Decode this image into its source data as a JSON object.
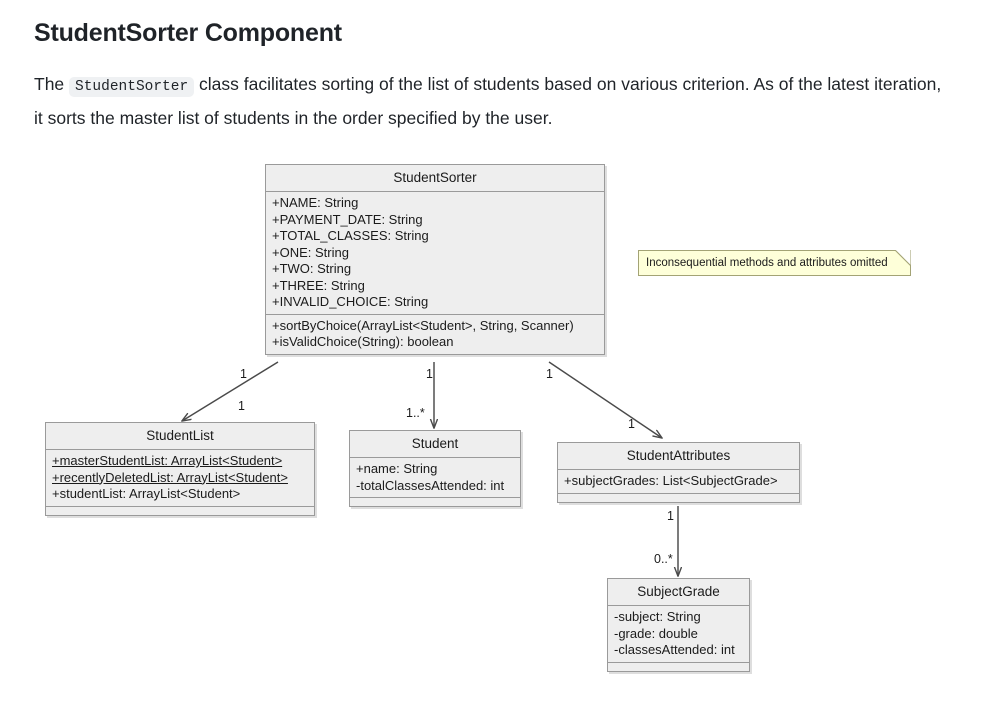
{
  "document": {
    "title": "StudentSorter Component",
    "paragraph": {
      "before_code": "The",
      "code": "StudentSorter",
      "after_code": "class facilitates sorting of the list of students based on various criterion. As of the latest iteration, it sorts the master list of students in the order specified by the user."
    }
  },
  "diagram": {
    "type": "uml-class-diagram",
    "colors": {
      "class_fill": "#eeeeee",
      "class_border": "#9a9a9a",
      "note_fill": "#feffd9",
      "note_border": "#a3a375",
      "edge": "#4a4a4a"
    },
    "classes": [
      {
        "id": "student-sorter",
        "name": "StudentSorter",
        "attributes": [
          {
            "text": "+NAME: String",
            "static": false
          },
          {
            "text": "+PAYMENT_DATE: String",
            "static": false
          },
          {
            "text": "+TOTAL_CLASSES: String",
            "static": false
          },
          {
            "text": "+ONE: String",
            "static": false
          },
          {
            "text": "+TWO: String",
            "static": false
          },
          {
            "text": "+THREE: String",
            "static": false
          },
          {
            "text": "+INVALID_CHOICE: String",
            "static": false
          }
        ],
        "methods": [
          {
            "text": "+sortByChoice(ArrayList<Student>, String, Scanner)",
            "static": false
          },
          {
            "text": "+isValidChoice(String): boolean",
            "static": false
          }
        ]
      },
      {
        "id": "student-list",
        "name": "StudentList",
        "attributes": [
          {
            "text": "+masterStudentList: ArrayList<Student>",
            "static": true
          },
          {
            "text": "+recentlyDeletedList: ArrayList<Student>",
            "static": true
          },
          {
            "text": "+studentList: ArrayList<Student>",
            "static": false
          }
        ],
        "methods": []
      },
      {
        "id": "student",
        "name": "Student",
        "attributes": [
          {
            "text": "+name: String",
            "static": false
          },
          {
            "text": "-totalClassesAttended: int",
            "static": false
          }
        ],
        "methods": []
      },
      {
        "id": "student-attributes",
        "name": "StudentAttributes",
        "attributes": [
          {
            "text": "+subjectGrades: List<SubjectGrade>",
            "static": false
          }
        ],
        "methods": []
      },
      {
        "id": "subject-grade",
        "name": "SubjectGrade",
        "attributes": [
          {
            "text": "-subject: String",
            "static": false
          },
          {
            "text": "-grade: double",
            "static": false
          },
          {
            "text": "-classesAttended: int",
            "static": false
          }
        ],
        "methods": []
      }
    ],
    "note": {
      "text": "Inconsequential methods and attributes omitted"
    },
    "associations": [
      {
        "from": "student-sorter",
        "to": "student-list",
        "source_multiplicity": "1",
        "target_multiplicity": "1"
      },
      {
        "from": "student-sorter",
        "to": "student",
        "source_multiplicity": "1",
        "target_multiplicity": "1..*"
      },
      {
        "from": "student-sorter",
        "to": "student-attributes",
        "source_multiplicity": "1",
        "target_multiplicity": "1"
      },
      {
        "from": "student-attributes",
        "to": "subject-grade",
        "source_multiplicity": "1",
        "target_multiplicity": "0..*"
      }
    ]
  }
}
